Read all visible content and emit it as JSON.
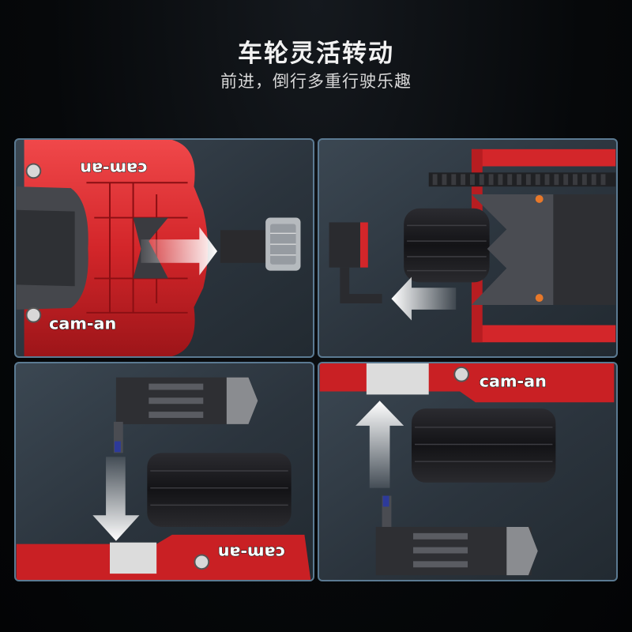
{
  "header": {
    "title": "车轮灵活转动",
    "subtitle": "前进，倒行多重行驶乐趣"
  },
  "brand": {
    "logo_text": "cam-an"
  },
  "colors": {
    "background": "#06080a",
    "panel": "#2f3943",
    "panel_border": "#5b7a92",
    "car_red": "#d8262a",
    "tire": "#1c1c1f",
    "arrow": "#f2f4f5"
  },
  "panels": [
    {
      "name": "front-axle-top-view",
      "arrow_direction": "right"
    },
    {
      "name": "rear-axle-steering-view",
      "arrow_direction": "left"
    },
    {
      "name": "wheel-assembly-down",
      "arrow_direction": "down"
    },
    {
      "name": "wheel-assembly-up",
      "arrow_direction": "up"
    }
  ]
}
